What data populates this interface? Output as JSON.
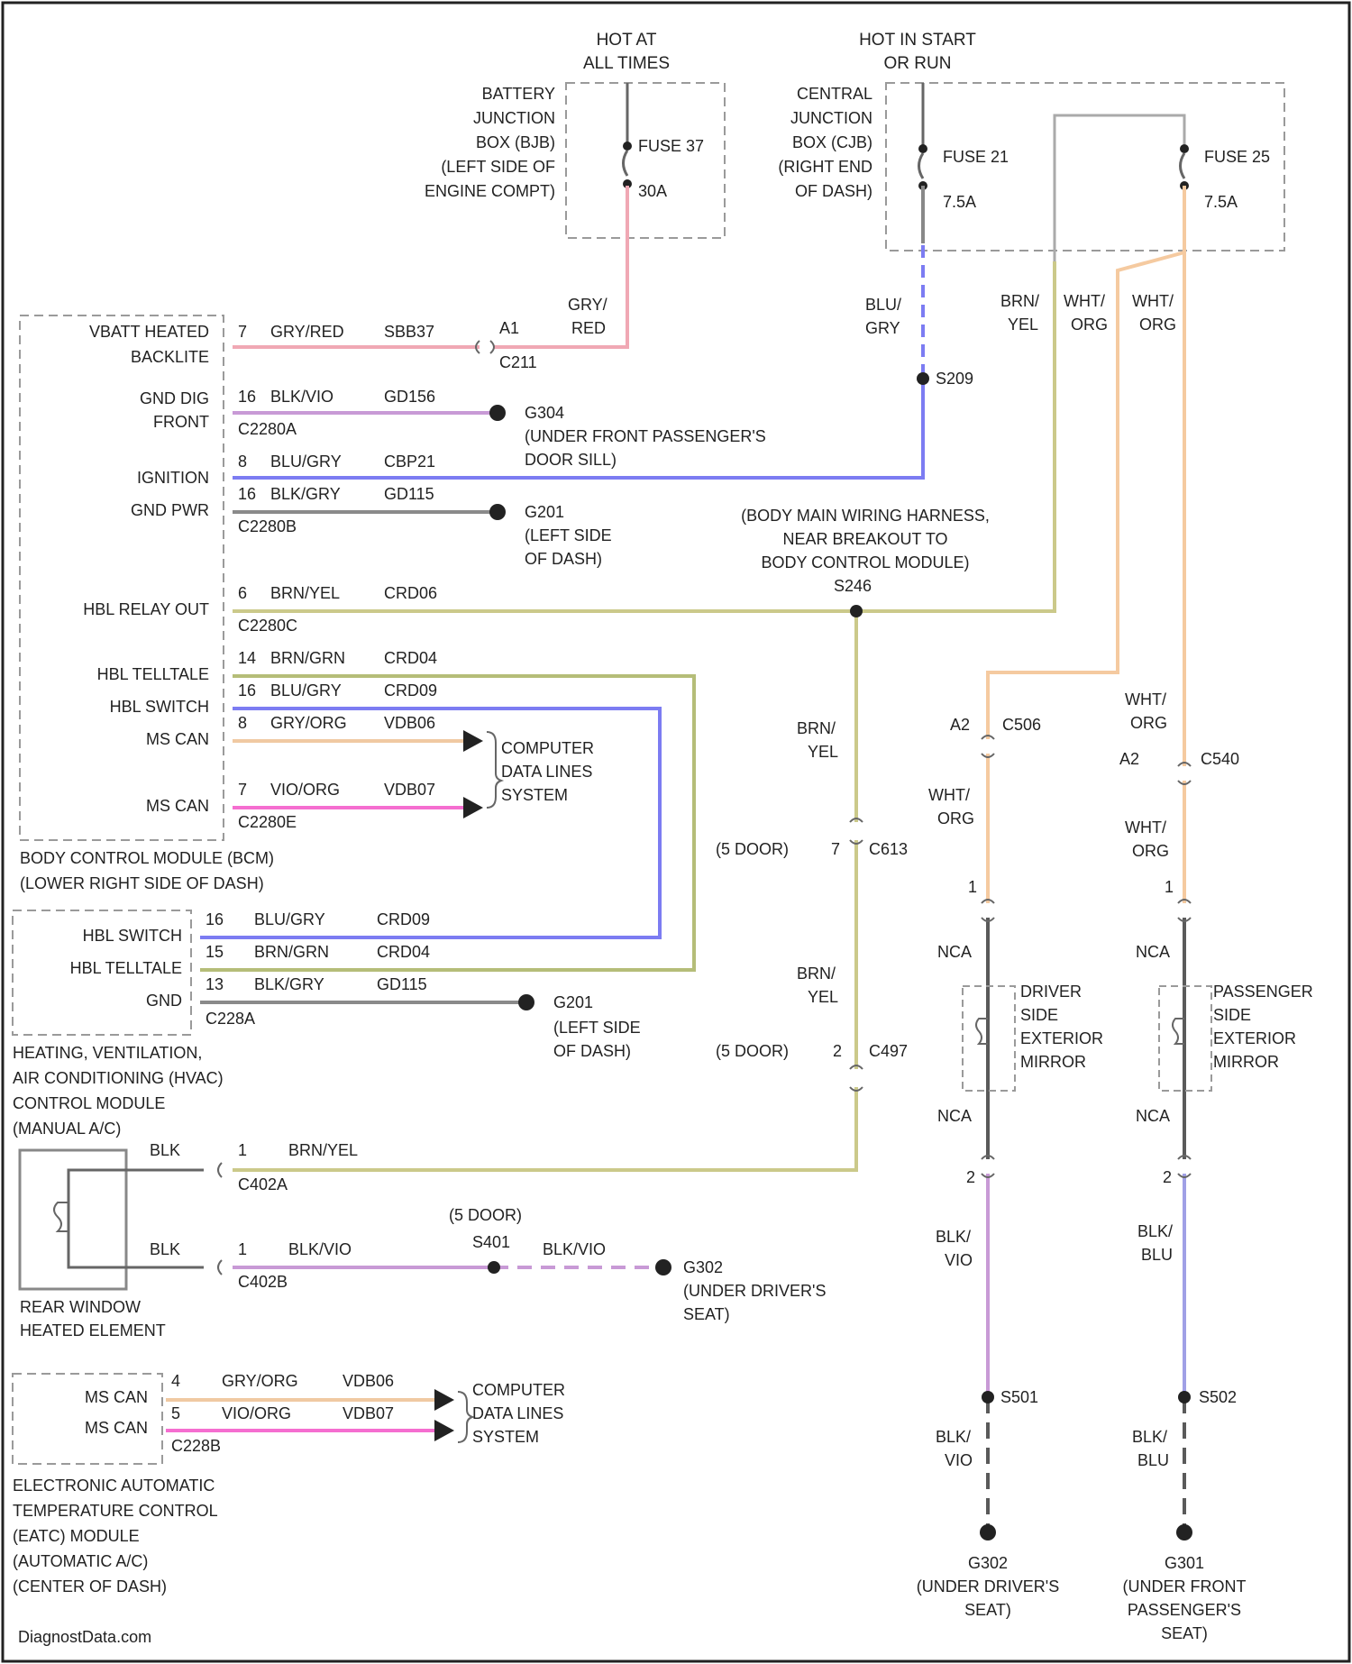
{
  "power_sources": {
    "hot_at_all_times": [
      "HOT AT",
      "ALL TIMES"
    ],
    "hot_in_start_or_run": [
      "HOT IN START",
      "OR RUN"
    ]
  },
  "bjb": {
    "label": [
      "BATTERY",
      "JUNCTION",
      "BOX (BJB)",
      "(LEFT SIDE OF",
      "ENGINE COMPT)"
    ],
    "fuse": "FUSE 37",
    "rating": "30A"
  },
  "cjb": {
    "label": [
      "CENTRAL",
      "JUNCTION",
      "BOX (CJB)",
      "(RIGHT END",
      "OF DASH)"
    ],
    "fuse1": "FUSE 21",
    "fuse1_rating": "7.5A",
    "fuse2": "FUSE 25",
    "fuse2_rating": "7.5A"
  },
  "bcm": {
    "label": [
      "BODY CONTROL MODULE (BCM)",
      "(LOWER RIGHT SIDE OF DASH)"
    ],
    "pins": [
      {
        "name": [
          "VBATT HEATED",
          "BACKLITE"
        ],
        "pin": "7",
        "wire": "GRY/RED",
        "circuit": "SBB37",
        "connector": ""
      },
      {
        "name": [
          "GND DIG",
          "FRONT"
        ],
        "pin": "16",
        "wire": "BLK/VIO",
        "circuit": "GD156",
        "connector": "C2280A"
      },
      {
        "name": [
          "IGNITION"
        ],
        "pin": "8",
        "wire": "BLU/GRY",
        "circuit": "CBP21",
        "connector": ""
      },
      {
        "name": [
          "GND PWR"
        ],
        "pin": "16",
        "wire": "BLK/GRY",
        "circuit": "GD115",
        "connector": "C2280B"
      },
      {
        "name": [
          "HBL RELAY OUT"
        ],
        "pin": "6",
        "wire": "BRN/YEL",
        "circuit": "CRD06",
        "connector": "C2280C"
      },
      {
        "name": [
          "HBL TELLTALE"
        ],
        "pin": "14",
        "wire": "BRN/GRN",
        "circuit": "CRD04",
        "connector": ""
      },
      {
        "name": [
          "HBL SWITCH"
        ],
        "pin": "16",
        "wire": "BLU/GRY",
        "circuit": "CRD09",
        "connector": ""
      },
      {
        "name": [
          "MS CAN"
        ],
        "pin": "8",
        "wire": "GRY/ORG",
        "circuit": "VDB06",
        "connector": ""
      },
      {
        "name": [
          "MS CAN"
        ],
        "pin": "7",
        "wire": "VIO/ORG",
        "circuit": "VDB07",
        "connector": "C2280E"
      }
    ]
  },
  "c211": {
    "pin": "A1",
    "name": "C211",
    "wire": [
      "GRY/",
      "RED"
    ]
  },
  "s209": {
    "name": "S209",
    "wire": [
      "BLU/",
      "GRY"
    ]
  },
  "g304": {
    "name": "G304",
    "desc": [
      "(UNDER FRONT PASSENGER'S",
      "DOOR SILL)"
    ]
  },
  "g201_a": {
    "name": "G201",
    "desc": [
      "(LEFT SIDE",
      "OF DASH)"
    ]
  },
  "s246": {
    "name": "S246",
    "desc": [
      "(BODY MAIN WIRING HARNESS,",
      "NEAR BREAKOUT TO",
      "BODY CONTROL MODULE)"
    ]
  },
  "cdl_1": [
    "COMPUTER",
    "DATA LINES",
    "SYSTEM"
  ],
  "fuse_wires": {
    "left": [
      "BRN/",
      "YEL"
    ],
    "mid": [
      "WHT/",
      "ORG"
    ],
    "right": [
      "WHT/",
      "ORG"
    ]
  },
  "hvac": {
    "label": [
      "HEATING, VENTILATION,",
      "AIR CONDITIONING (HVAC)",
      "CONTROL MODULE",
      "(MANUAL A/C)"
    ],
    "pins": [
      {
        "name": "HBL SWITCH",
        "pin": "16",
        "wire": "BLU/GRY",
        "circuit": "CRD09",
        "connector": ""
      },
      {
        "name": "HBL TELLTALE",
        "pin": "15",
        "wire": "BRN/GRN",
        "circuit": "CRD04",
        "connector": ""
      },
      {
        "name": "GND",
        "pin": "13",
        "wire": "BLK/GRY",
        "circuit": "GD115",
        "connector": "C228A"
      }
    ]
  },
  "g201_b": {
    "name": "G201",
    "desc": [
      "(LEFT SIDE",
      "OF DASH)"
    ]
  },
  "brn_yel_1": [
    "BRN/",
    "YEL"
  ],
  "brn_yel_2": [
    "BRN/",
    "YEL"
  ],
  "c613": {
    "note": "(5 DOOR)",
    "pin": "7",
    "name": "C613"
  },
  "c497": {
    "note": "(5 DOOR)",
    "pin": "2",
    "name": "C497"
  },
  "rear_window": {
    "label": [
      "REAR WINDOW",
      "HEATED ELEMENT"
    ],
    "top": {
      "wire_left": "BLK",
      "pin": "1",
      "wire": "BRN/YEL",
      "connector": "C402A"
    },
    "bottom": {
      "wire_left": "BLK",
      "pin": "1",
      "wire": "BLK/VIO",
      "connector": "C402B"
    }
  },
  "s401": {
    "note": "(5 DOOR)",
    "name": "S401",
    "wire": "BLK/VIO"
  },
  "g302": {
    "name": "G302",
    "desc": [
      "(UNDER DRIVER'S",
      "SEAT)"
    ]
  },
  "eatc": {
    "label": [
      "ELECTRONIC AUTOMATIC",
      "TEMPERATURE CONTROL",
      "(EATC) MODULE",
      "(AUTOMATIC A/C)",
      "(CENTER OF DASH)"
    ],
    "pins": [
      {
        "name": "MS CAN",
        "pin": "4",
        "wire": "GRY/ORG",
        "circuit": "VDB06"
      },
      {
        "name": "MS CAN",
        "pin": "5",
        "wire": "VIO/ORG",
        "circuit": "VDB07",
        "connector": "C228B"
      }
    ]
  },
  "cdl_2": [
    "COMPUTER",
    "DATA LINES",
    "SYSTEM"
  ],
  "driver_mirror": {
    "top_conn": {
      "pin": "A2",
      "name": "C506"
    },
    "wire_top": [
      "WHT/",
      "ORG"
    ],
    "pin1": "1",
    "nca_top": "NCA",
    "label": [
      "DRIVER",
      "SIDE",
      "EXTERIOR",
      "MIRROR"
    ],
    "nca_bottom": "NCA",
    "pin2": "2",
    "wire_bottom": [
      "BLK/",
      "VIO"
    ],
    "splice": "S501",
    "wire_ground": [
      "BLK/",
      "VIO"
    ],
    "ground": {
      "name": "G302",
      "desc": [
        "(UNDER DRIVER'S",
        "SEAT)"
      ]
    }
  },
  "passenger_mirror": {
    "wire_a": [
      "WHT/",
      "ORG"
    ],
    "top_conn": {
      "pin": "A2",
      "name": "C540"
    },
    "wire_top": [
      "WHT/",
      "ORG"
    ],
    "pin1": "1",
    "nca_top": "NCA",
    "label": [
      "PASSENGER",
      "SIDE",
      "EXTERIOR",
      "MIRROR"
    ],
    "nca_bottom": "NCA",
    "pin2": "2",
    "wire_bottom": [
      "BLK/",
      "BLU"
    ],
    "splice": "S502",
    "wire_ground": [
      "BLK/",
      "BLU"
    ],
    "ground": {
      "name": "G301",
      "desc": [
        "(UNDER FRONT",
        "PASSENGER'S",
        "SEAT)"
      ]
    }
  },
  "watermark": "DiagnostData.com",
  "colors": {
    "gry_red": "#f0a8b4",
    "blu_gry": "#7c7cf2",
    "blk_vio": "#c89ad6",
    "blk_gry": "#8a8a8a",
    "brn_yel": "#cbc98a",
    "brn_grn": "#b5bd78",
    "gry_org": "#f0c9a2",
    "vio_org": "#f56ed0",
    "wht_org": "#f5caa0",
    "blk_blu": "#a0a0e6",
    "black": "#5a5a5a"
  }
}
